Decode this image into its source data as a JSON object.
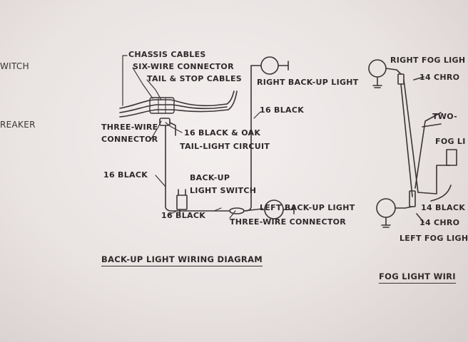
{
  "left_edge": {
    "label_1": "WITCH",
    "label_2": "REAKER"
  },
  "backup_diagram": {
    "title": "BACK-UP LIGHT WIRING DIAGRAM",
    "chassis_cables": "CHASSIS CABLES",
    "six_wire_connector": "SIX-WIRE CONNECTOR",
    "tail_stop_cables": "TAIL & STOP CABLES",
    "right_backup_light": "RIGHT BACK-UP LIGHT",
    "wire_16_black_right": "16 BLACK",
    "three_wire_connector_left_1": "THREE-WIRE",
    "three_wire_connector_left_2": "CONNECTOR",
    "wire_16_black_oak": "16 BLACK & OAK",
    "tail_light_circuit": "TAIL-LIGHT CIRCUIT",
    "wire_16_black_left": "16 BLACK",
    "backup_switch_1": "BACK-UP",
    "backup_switch_2": "LIGHT SWITCH",
    "left_backup_light": "LEFT BACK-UP LIGHT",
    "wire_16_black_bottom": "16 BLACK",
    "three_wire_connector_bottom": "THREE-WIRE CONNECTOR"
  },
  "fog_diagram": {
    "title": "FOG LIGHT WIRI",
    "right_fog_light": "RIGHT FOG LIGH",
    "wire_14_chrome_top": "14 CHRO",
    "two_label": "TWO-",
    "fog_label": "FOG LI",
    "wire_14_black": "14 BLACK",
    "wire_14_chrome_bottom": "14 CHRO",
    "left_fog_light": "LEFT FOG LIGH"
  },
  "colors": {
    "paper": "#ece6e5",
    "ink": "#2f292b"
  }
}
